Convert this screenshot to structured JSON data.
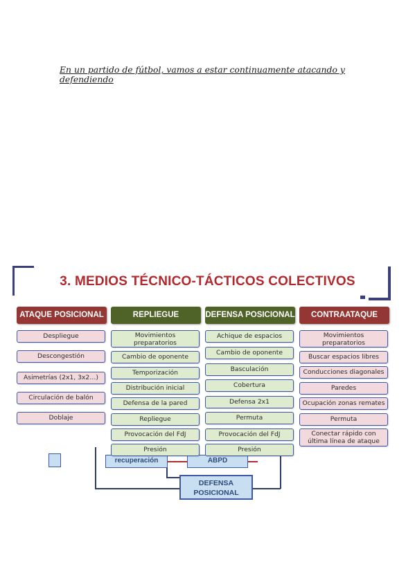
{
  "intro_text": "En un partido de fútbol, vamos a estar continuamente atacando y defendiendo",
  "slide": {
    "title": "3. MEDIOS TÉCNICO-TÁCTICOS COLECTIVOS",
    "colors": {
      "title": "#b3282d",
      "header_red": "#943634",
      "header_green": "#4f6228",
      "item_border": "#3d57a6",
      "item_pink": "#f1d9dd",
      "item_green": "#deebcf",
      "frame": "#3a3f7a"
    },
    "columns": [
      {
        "header": "ATAQUE POSICIONAL",
        "items": [
          "Despliegue",
          "Descongestión",
          "Asimetrías (2x1, 3x2…)",
          "Circulación de balón",
          "Doblaje"
        ]
      },
      {
        "header": "REPLIEGUE",
        "items": [
          "Movimientos preparatorios",
          "Cambio de oponente",
          "Temporización",
          "Distribución inicial",
          "Defensa de la pared",
          "Repliegue",
          "Provocación del FdJ",
          "Presión"
        ]
      },
      {
        "header": "DEFENSA POSICIONAL",
        "items": [
          "Achique de espacios",
          "Cambio de oponente",
          "Basculación",
          "Cobertura",
          "Defensa 2x1",
          "Permuta",
          "Provocación del FdJ",
          "Presión"
        ]
      },
      {
        "header": "CONTRAATAQUE",
        "items": [
          "Movimientos preparatorios",
          "Buscar espacios libres",
          "Conducciones diagonales",
          "Paredes",
          "Ocupación zonas remates",
          "Permuta",
          "Conectar rápido con última línea de ataque"
        ]
      }
    ],
    "flowchart": {
      "box_recuperacion": "recuperación",
      "box_abpd": "ABPD",
      "box_defensa": "DEFENSA POSICIONAL"
    }
  }
}
